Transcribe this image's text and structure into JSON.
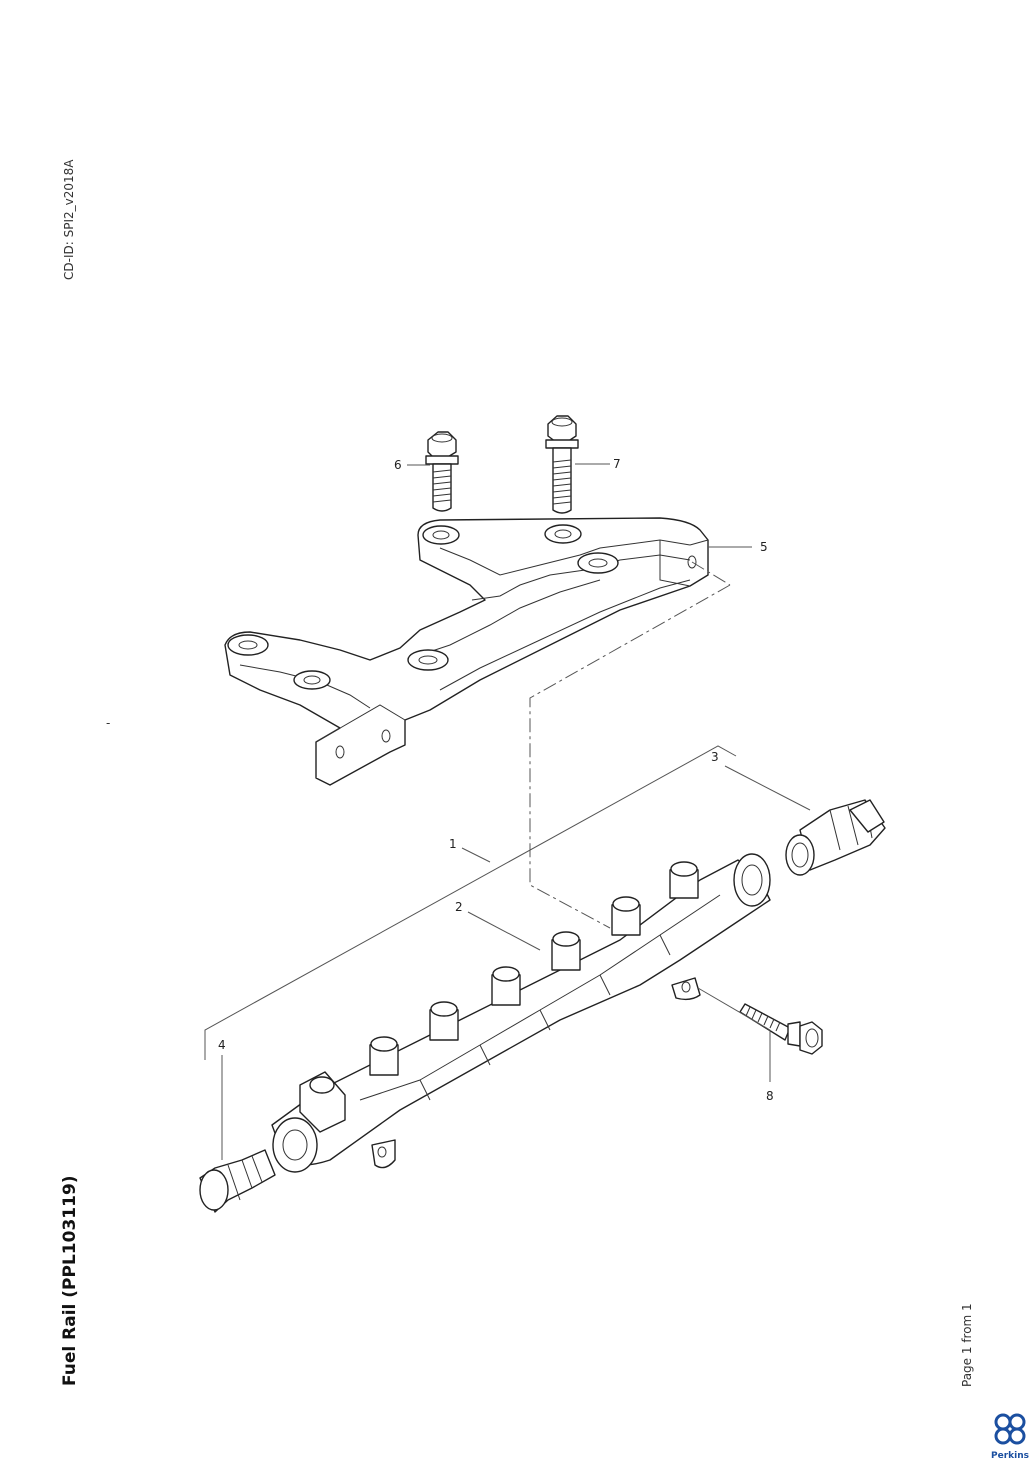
{
  "document": {
    "cd_id": "CD-ID: SPI2_v2018A",
    "title": "Fuel Rail (PPL103119)",
    "page_info": "Page 1 from 1",
    "margin_mark": "-"
  },
  "callouts": {
    "c1": "1",
    "c2": "2",
    "c3": "3",
    "c4": "4",
    "c5": "5",
    "c6": "6",
    "c7": "7",
    "c8": "8"
  },
  "logo": {
    "text": "Perkins",
    "color": "#1b4fa0"
  }
}
